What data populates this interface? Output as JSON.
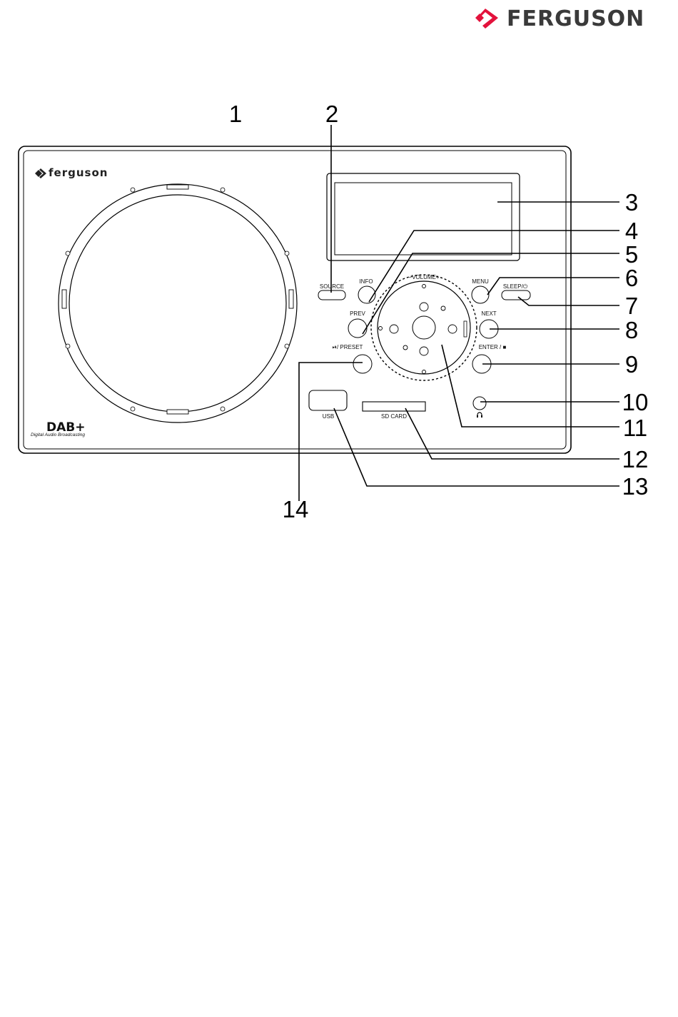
{
  "brand": {
    "logo_text": "FERGUSON",
    "accent": "#e3123c",
    "text_color": "#3a3a3a"
  },
  "device": {
    "logo_text": "ferguson",
    "dab_logo": "DAB+",
    "dab_tagline": "Digital Audio Broadcasting",
    "labels": {
      "source": "SOURCE",
      "info": "INFO",
      "menu": "MENU",
      "sleep": "SLEEP/⏻",
      "prev": "PREV",
      "next": "NEXT",
      "volume": "−VOLUME+",
      "enter": "ENTER / ■",
      "preset": "⏯/ PRESET",
      "usb": "USB",
      "sd_card": "SD CARD",
      "headphone": "headphone-icon"
    }
  },
  "callouts": [
    "1",
    "2",
    "3",
    "4",
    "5",
    "6",
    "7",
    "8",
    "9",
    "10",
    "11",
    "12",
    "13",
    "14"
  ]
}
